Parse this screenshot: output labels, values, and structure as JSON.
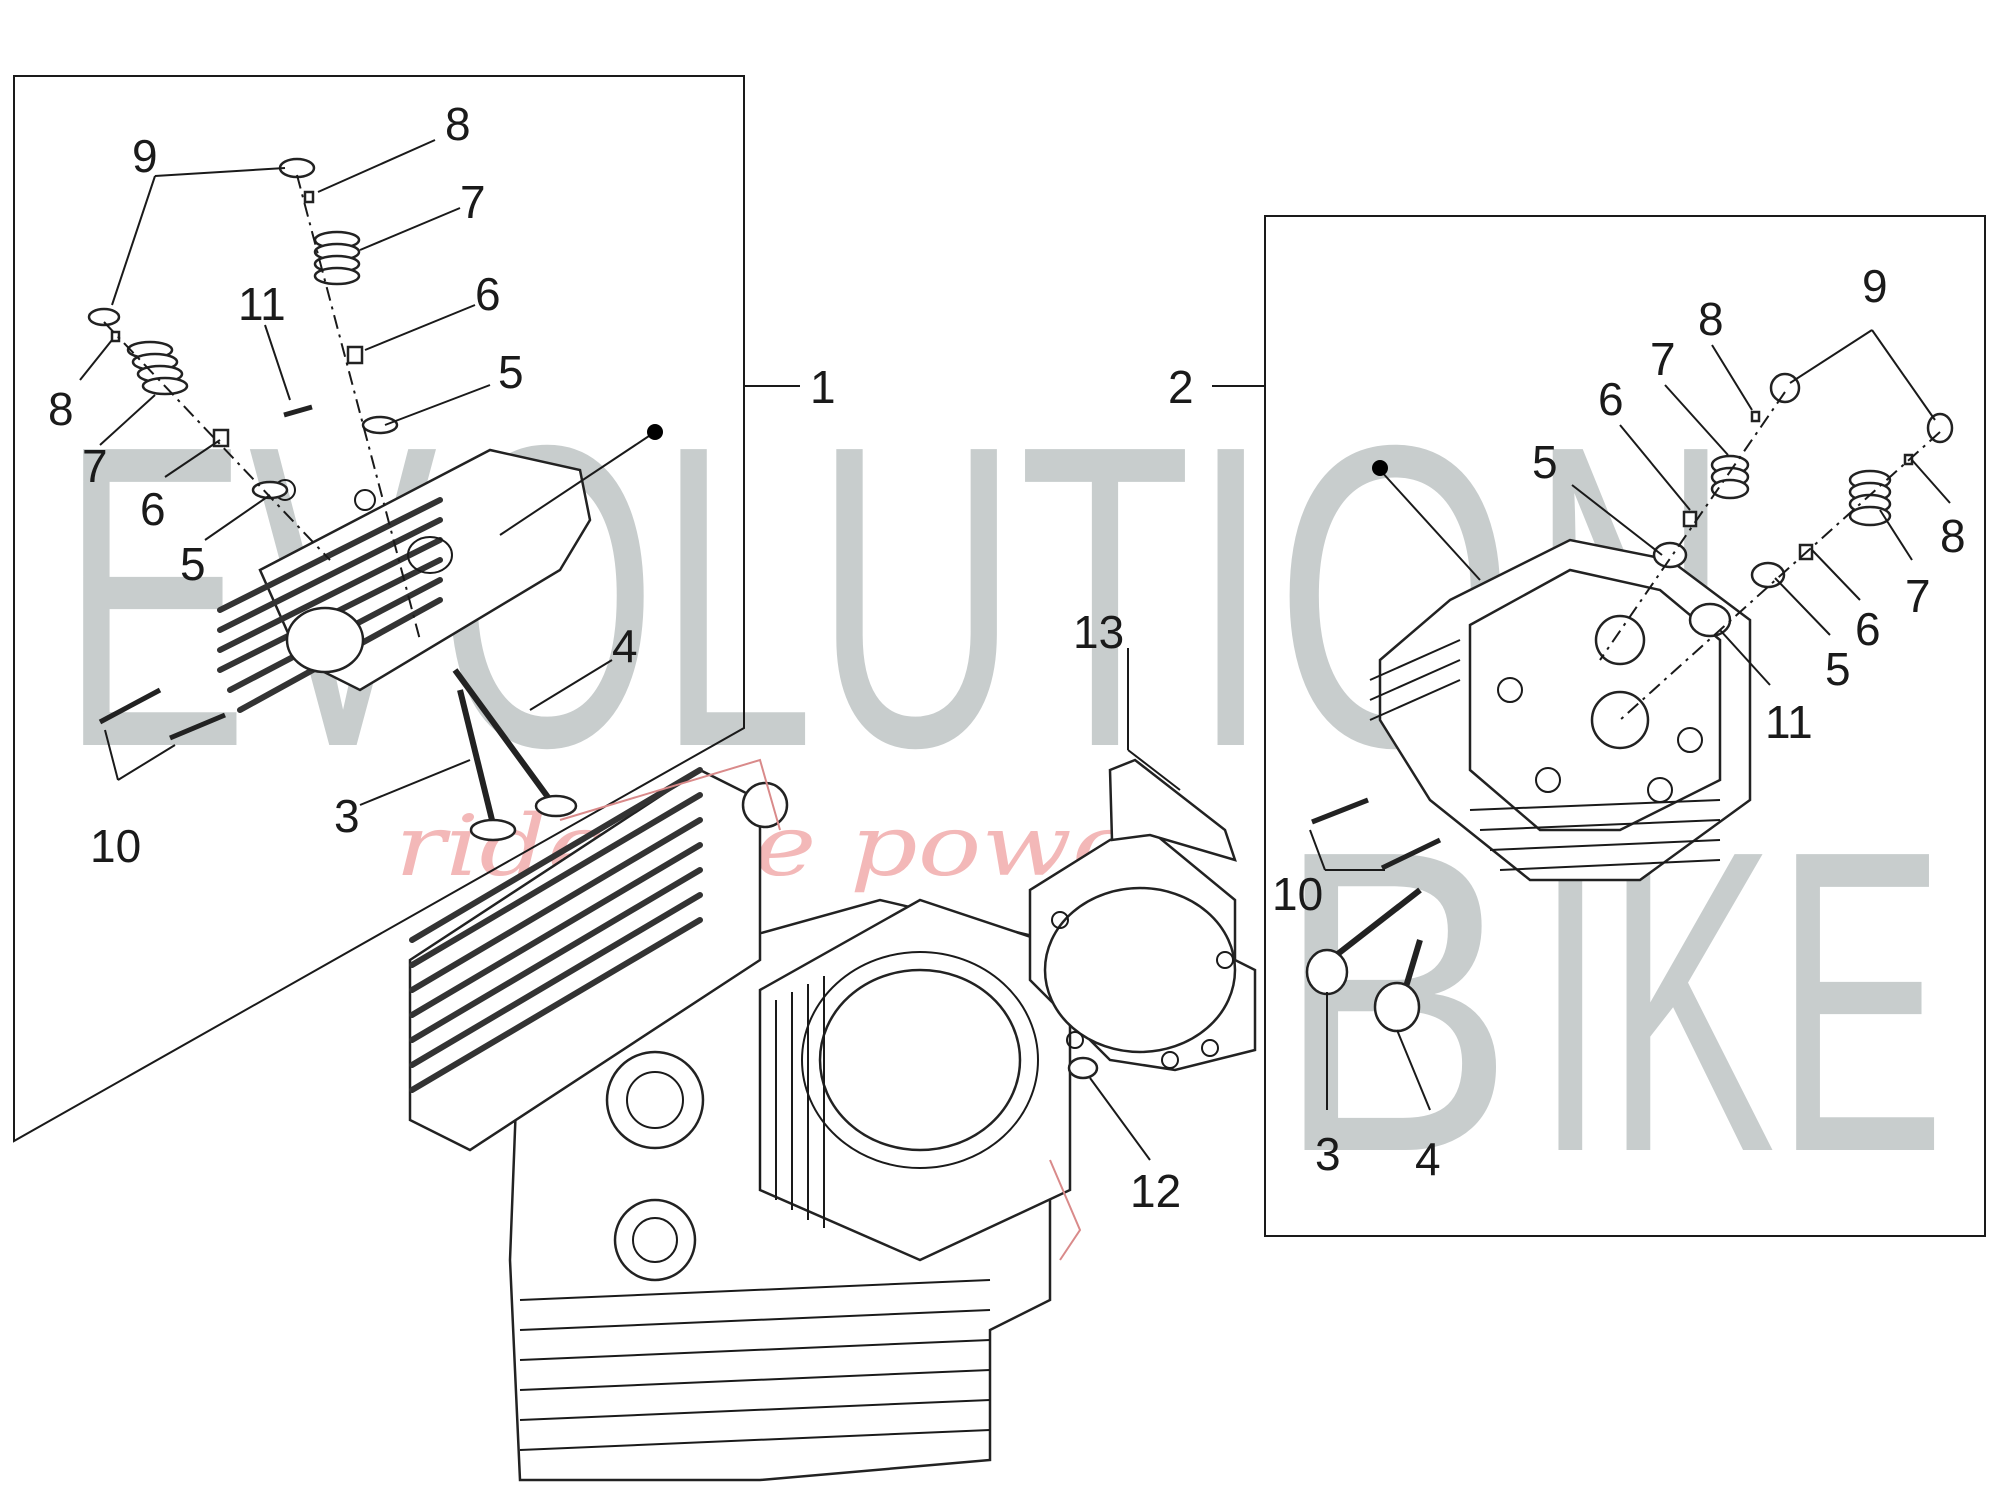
{
  "watermark": {
    "brand_left": "EVOLUTI",
    "brand_o": "O",
    "brand_n": "N",
    "brand_right_bottom": "IKE",
    "brand_b": "B",
    "tagline": "ride the power"
  },
  "colors": {
    "watermark_gray": "#c8cdcd",
    "tagline_pink": "#f3b8b8",
    "line_black": "#1a1a1a",
    "drawing_pink": "#d98a8a"
  },
  "assembly_labels": {
    "left": "1",
    "right": "2"
  },
  "left_callouts": {
    "c9": "9",
    "c8_top": "8",
    "c7_top": "7",
    "c11": "11",
    "c6_top": "6",
    "c5_top": "5",
    "c8": "8",
    "c7": "7",
    "c6": "6",
    "c5": "5",
    "c4": "4",
    "c3": "3",
    "c10": "10"
  },
  "center_callouts": {
    "c13": "13",
    "c12": "12"
  },
  "right_callouts": {
    "c9": "9",
    "c8_a": "8",
    "c7_a": "7",
    "c6_a": "6",
    "c5_a": "5",
    "c8_b": "8",
    "c7_b": "7",
    "c6_b": "6",
    "c5_b": "5",
    "c11": "11",
    "c10": "10",
    "c3": "3",
    "c4": "4"
  }
}
